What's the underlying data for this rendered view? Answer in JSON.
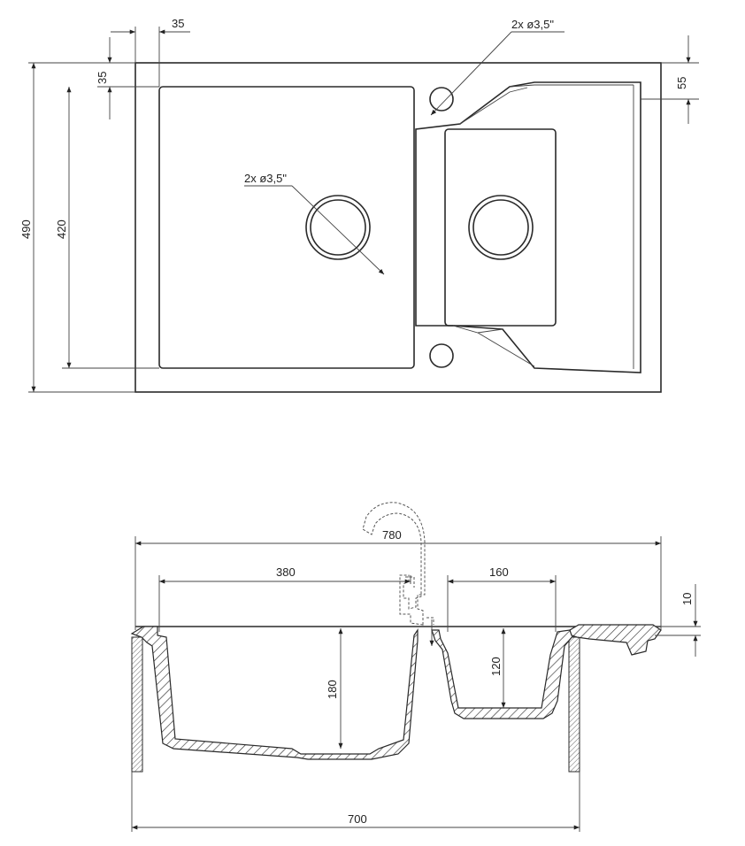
{
  "top_view": {
    "dim_width_offset": "35",
    "dim_top_offset": "35",
    "dim_drainer_offset": "55",
    "dim_overall_height": "490",
    "dim_bowl_height": "420",
    "hole_label_top_right": "2x ø3,5\"",
    "hole_label_main_bowl": "2x ø3,5\""
  },
  "section_view": {
    "dim_overall_width": "780",
    "dim_main_bowl_width": "380",
    "dim_small_bowl_width": "160",
    "dim_rim_thickness": "10",
    "dim_main_bowl_depth": "180",
    "dim_small_bowl_depth": "120",
    "dim_cabinet_width": "700"
  }
}
